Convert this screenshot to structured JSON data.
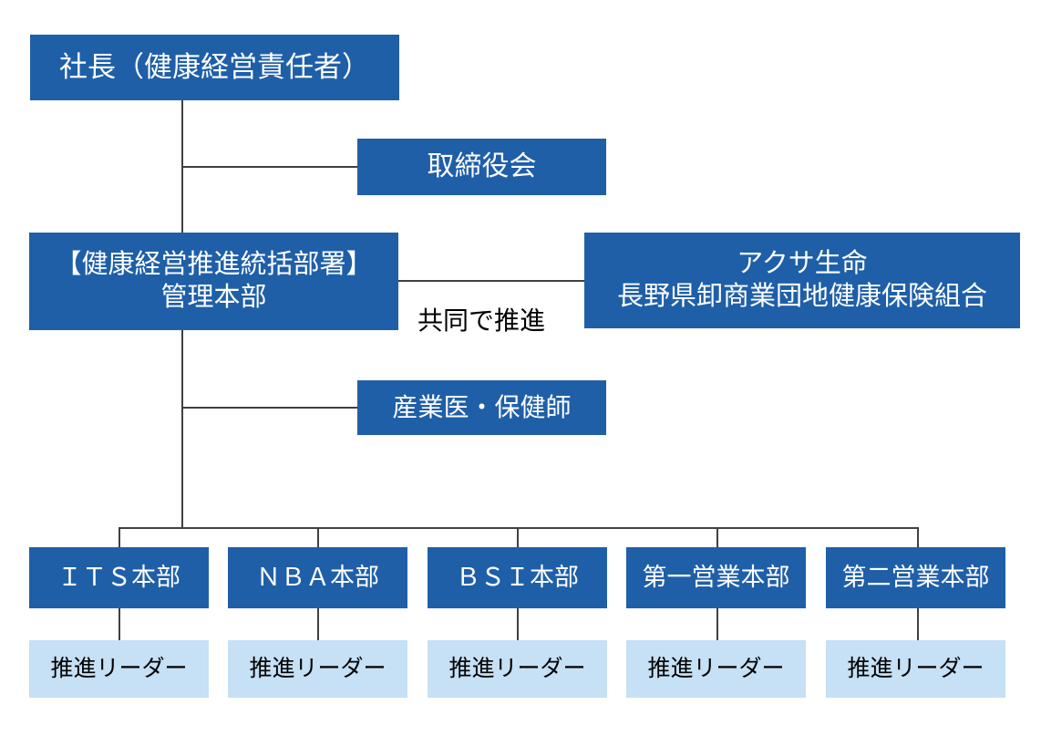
{
  "chart": {
    "title_nodes": {
      "president": {
        "label": "社長（健康経営責任者）"
      },
      "board": {
        "label": "取締役会"
      },
      "admin": {
        "line1": "【健康経営推進統括部署】",
        "line2": "管理本部"
      },
      "insurer": {
        "line1": "アクサ生命",
        "line2": "長野県卸商業団地健康保険組合"
      },
      "doctor": {
        "label": "産業医・保健師"
      }
    },
    "joint_label": "共同で推進",
    "divisions": [
      {
        "name": "ＩＴＳ本部",
        "leader": "推進リーダー"
      },
      {
        "name": "ＮＢＡ本部",
        "leader": "推進リーダー"
      },
      {
        "name": "ＢＳＩ本部",
        "leader": "推進リーダー"
      },
      {
        "name": "第一営業本部",
        "leader": "推進リーダー"
      },
      {
        "name": "第二営業本部",
        "leader": "推進リーダー"
      }
    ],
    "colors": {
      "primary_box": "#1F5FA8",
      "secondary_box": "#C6E0F5",
      "primary_text": "#FFFFFF",
      "secondary_text": "#000000",
      "connector": "#404040",
      "background": "#FFFFFF"
    }
  }
}
